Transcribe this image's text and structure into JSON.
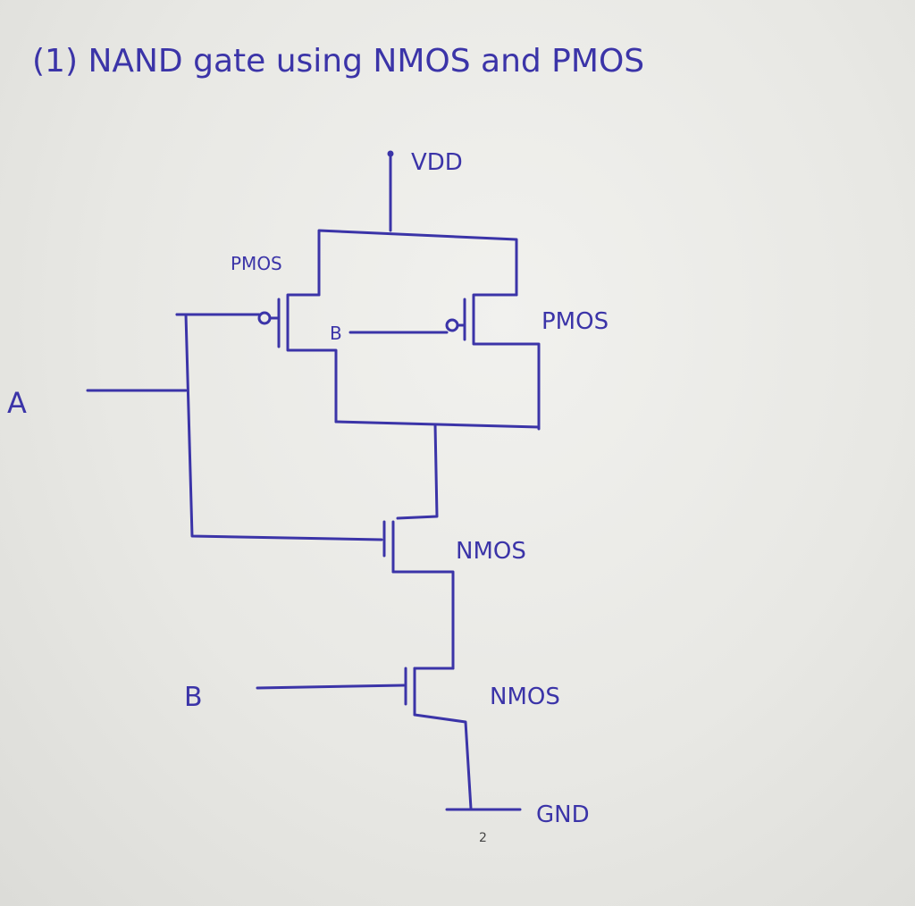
{
  "title": "(1) NAND gate using NMOS and PMOS",
  "labels": {
    "vdd": "VDD",
    "pmos_left": "PMOS",
    "pmos_right": "PMOS",
    "nmos_top": "NMOS",
    "nmos_bottom": "NMOS",
    "gnd": "GND",
    "input_a": "A",
    "input_b": "B",
    "gate_b_small": "B",
    "mark_2": "2"
  },
  "colors": {
    "ink": "#3b34a8",
    "paper": "#eaeae6"
  }
}
